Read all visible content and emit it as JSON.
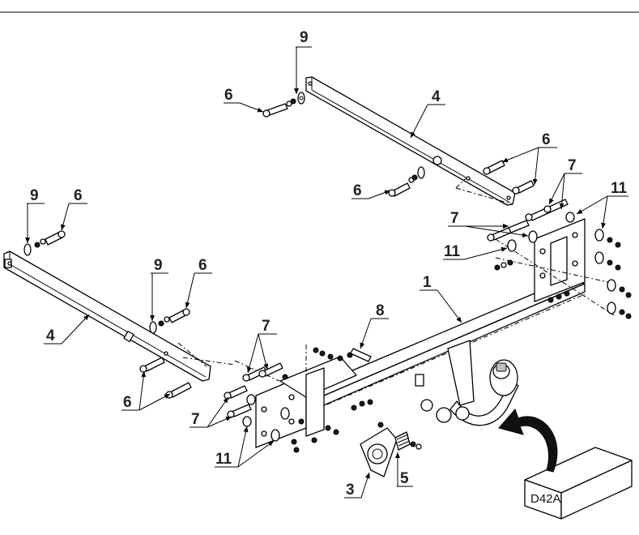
{
  "diagram": {
    "labels": {
      "p1": "1",
      "p3": "3",
      "p4a": "4",
      "p4b": "4",
      "p5": "5",
      "p6a": "6",
      "p6b": "6",
      "p6c": "6",
      "p6d": "6",
      "p6e": "6",
      "p6f": "6",
      "p7a": "7",
      "p7b": "7",
      "p7c": "7",
      "p7d": "7",
      "p8": "8",
      "p9a": "9",
      "p9b": "9",
      "p9c": "9",
      "p11a": "11",
      "p11b": "11",
      "p11c": "11"
    },
    "box_code": "D42A"
  }
}
